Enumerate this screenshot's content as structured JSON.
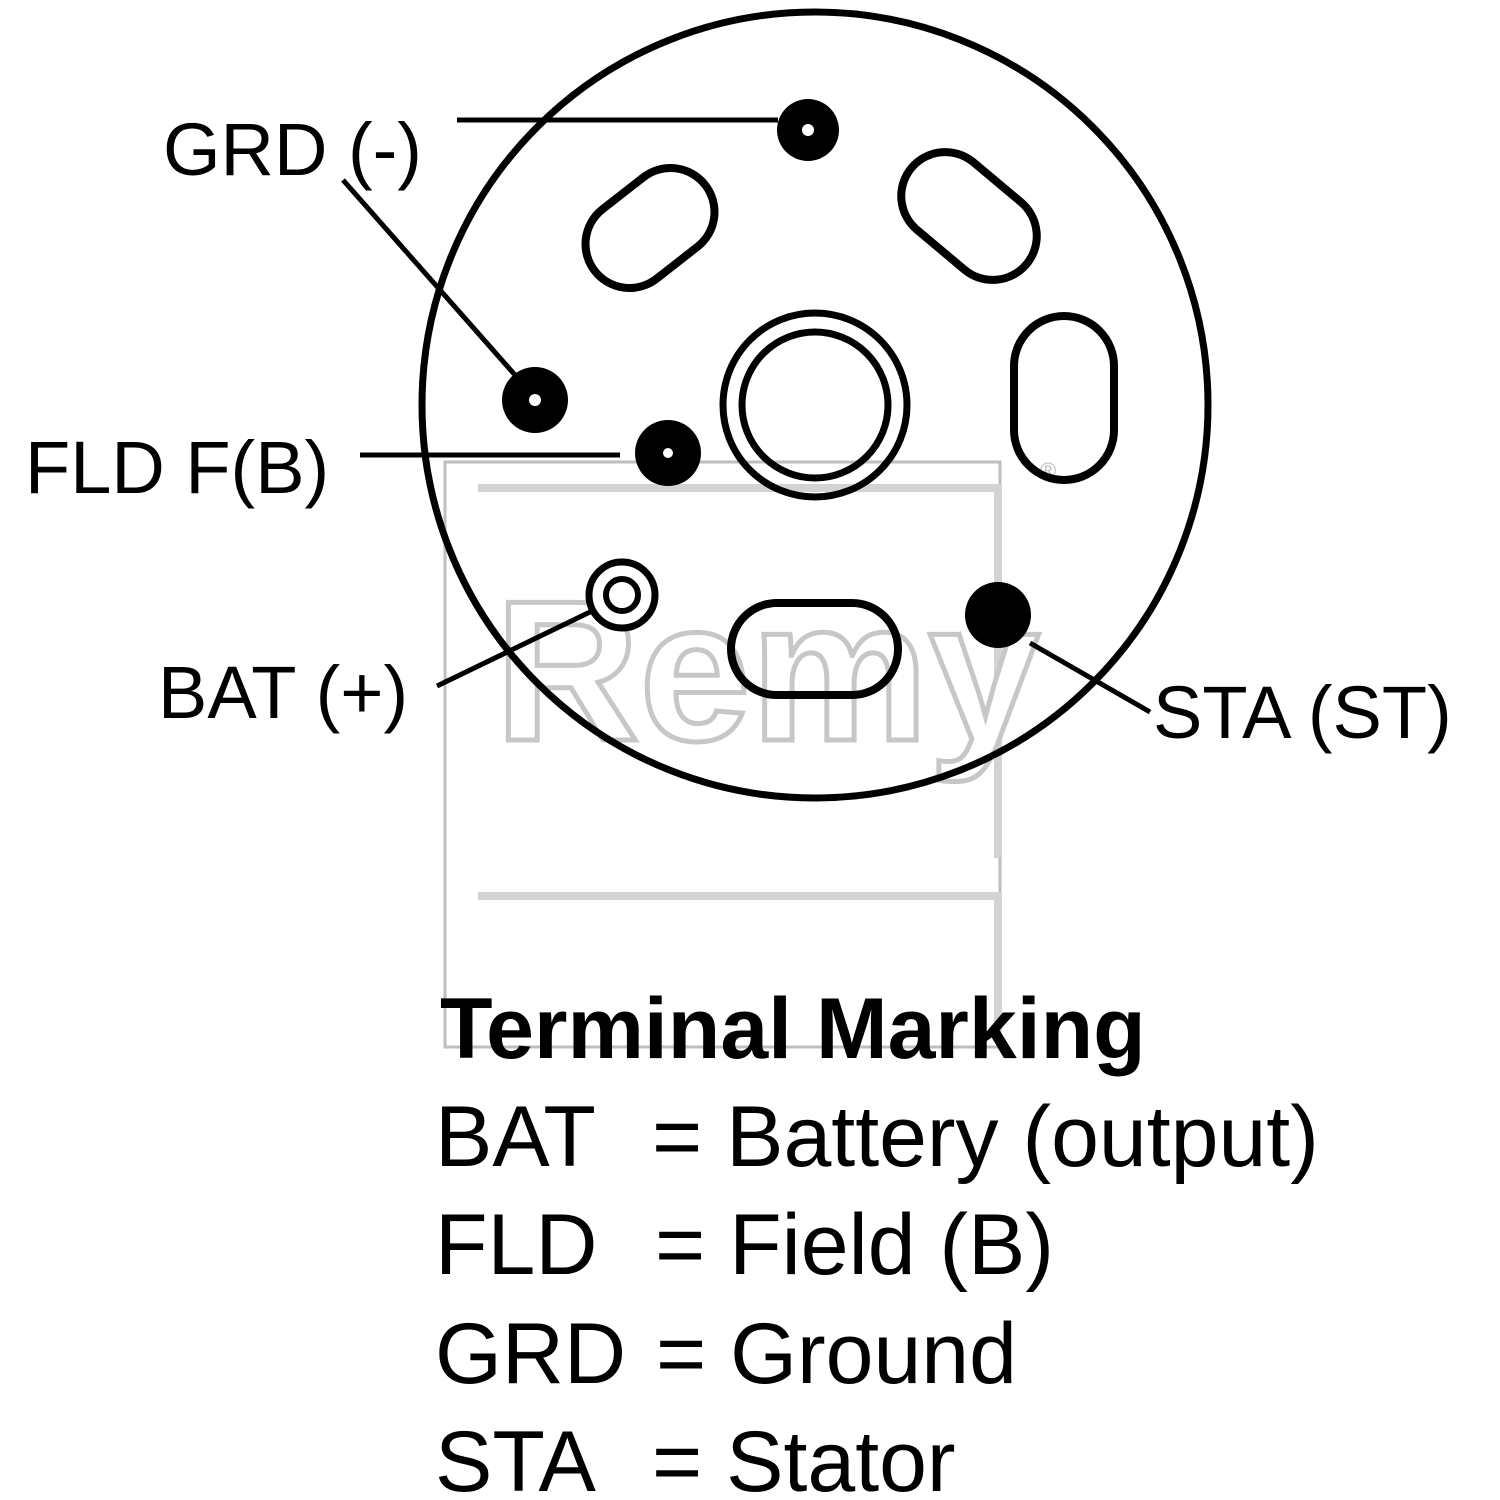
{
  "terminals": {
    "grd_label": "GRD (-)",
    "fld_label": "FLD F(B)",
    "bat_label": "BAT (+)",
    "sta_label": "STA (ST)"
  },
  "watermark": {
    "brand": "Remy",
    "mark": "®"
  },
  "legend": {
    "title": "Terminal Marking",
    "items": [
      {
        "abbr": "BAT",
        "meaning": "= Battery (output)"
      },
      {
        "abbr": "FLD",
        "meaning": "= Field (B)"
      },
      {
        "abbr": "GRD",
        "meaning": "= Ground"
      },
      {
        "abbr": "STA",
        "meaning": "= Stator"
      }
    ]
  }
}
